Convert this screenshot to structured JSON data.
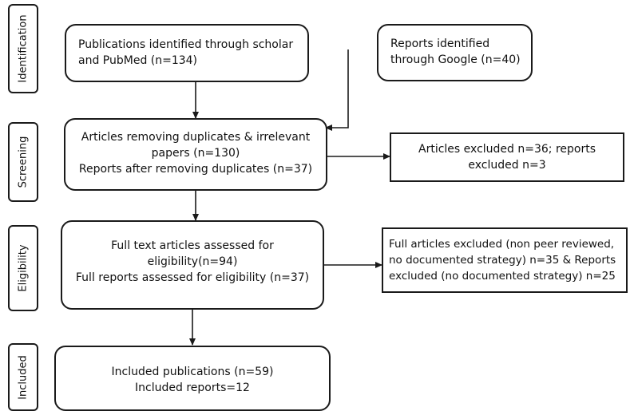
{
  "stages": {
    "identification": "Identification",
    "screening": "Screening",
    "eligibility": "Eligibility",
    "included": "Included"
  },
  "boxes": {
    "publications_identified": [
      "Publications identified through scholar",
      "and PubMed (n=134)"
    ],
    "reports_google": [
      "Reports identified",
      "through Google (n=40)"
    ],
    "screening_main": [
      "Articles removing duplicates & irrelevant",
      "papers (n=130)",
      "Reports after removing duplicates (n=37)"
    ],
    "screening_excluded": [
      "Articles excluded n=36; reports",
      "excluded n=3"
    ],
    "eligibility_main": [
      "Full text articles assessed for",
      "eligibility(n=94)",
      "Full reports assessed for eligibility (n=37)"
    ],
    "eligibility_excluded": [
      "Full articles excluded (non peer reviewed,",
      "no documented strategy) n=35 & Reports",
      "excluded (no documented strategy) n=25"
    ],
    "included_main": [
      "Included publications (n=59)",
      "Included reports=12"
    ]
  }
}
